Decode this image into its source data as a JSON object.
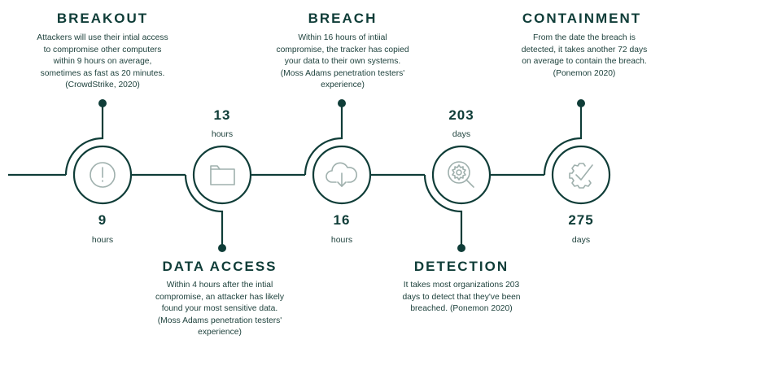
{
  "colors": {
    "line": "#0f3d38",
    "icon": "#9fb0ad",
    "text": "#1b3f3a"
  },
  "stages": [
    {
      "title": "BREAKOUT",
      "description": "Attackers will use their intial access to compromise other computers within 9 hours on average, sometimes as fast as 20 minutes. (CrowdStrike, 2020)",
      "value": "9",
      "unit": "hours",
      "icon": "alert-icon"
    },
    {
      "title": "DATA ACCESS",
      "description": "Within 4 hours after the intial compromise, an attacker has likely found your most sensitive data. (Moss Adams penetration testers' experience)",
      "value": "13",
      "unit": "hours",
      "icon": "folder-icon"
    },
    {
      "title": "BREACH",
      "description": "Within 16 hours of intiial compromise, the tracker has copied your data to their own systems. (Moss Adams penetration testers' experience)",
      "value": "16",
      "unit": "hours",
      "icon": "cloud-download-icon"
    },
    {
      "title": "DETECTION",
      "description": "It takes most organizations 203 days to detect that they've been breached. (Ponemon 2020)",
      "value": "203",
      "unit": "days",
      "icon": "gear-search-icon"
    },
    {
      "title": "CONTAINMENT",
      "description": "From the date the breach is detected, it takes another 72 days on average to contain the breach. (Ponemon 2020)",
      "value": "275",
      "unit": "days",
      "icon": "gear-check-icon"
    }
  ]
}
